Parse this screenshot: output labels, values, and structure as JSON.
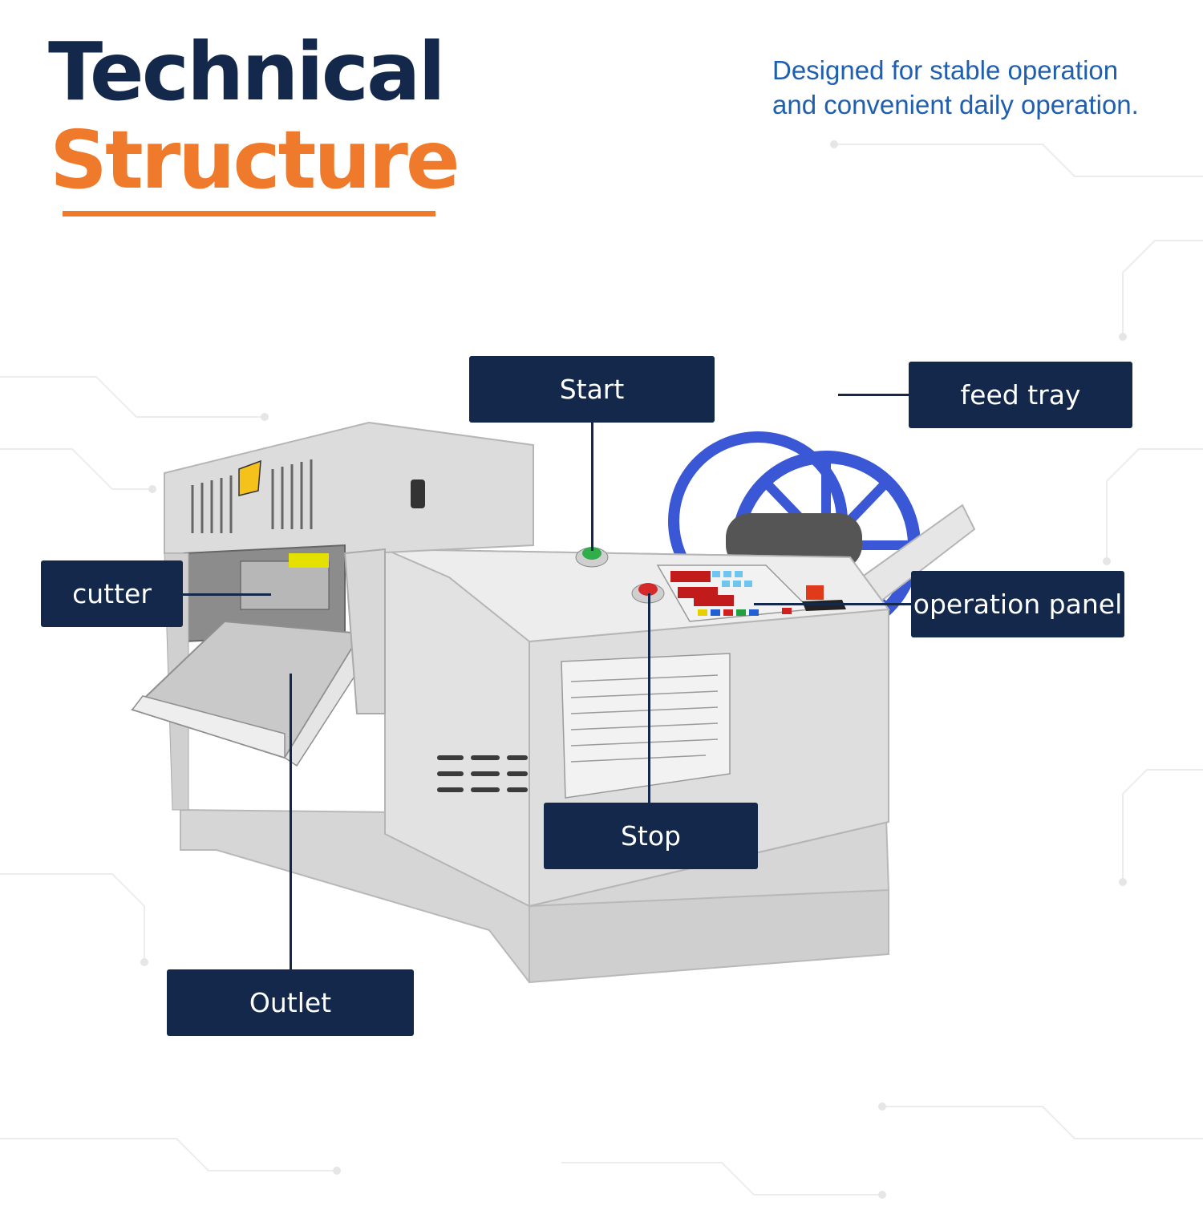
{
  "header": {
    "title_line1": "Technical",
    "title_line2": "Structure",
    "tagline_line1": "Designed for stable operation",
    "tagline_line2": "and convenient daily operation."
  },
  "callouts": {
    "start": "Start",
    "feed_tray": "feed tray",
    "cutter": "cutter",
    "operation_panel": "operation panel",
    "stop": "Stop",
    "outlet": "Outlet"
  },
  "colors": {
    "navy": "#13284a",
    "orange": "#f07a2b",
    "tagline_blue": "#1f5fb0",
    "reel_blue": "#3a57d6",
    "machine_grey": "#dcdcdc"
  }
}
